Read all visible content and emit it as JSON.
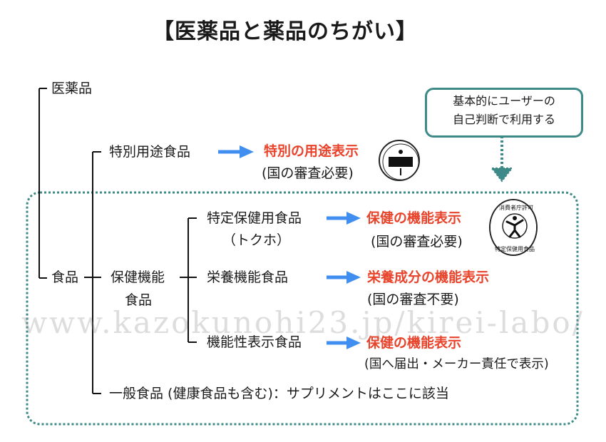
{
  "title": "【医薬品と薬品のちがい】",
  "watermark": "www.kazokunohi23.jp/kirei-labo/",
  "callout": {
    "line1": "基本的にユーザーの",
    "line2": "自己判断で利用する"
  },
  "tree": {
    "pharma": "医薬品",
    "food": "食品",
    "special_use": {
      "label": "特別用途食品",
      "result": "特別の用途表示",
      "note": "(国の審査必要)"
    },
    "health_function": {
      "label_line1": "保健機能",
      "label_line2": "食品",
      "items": [
        {
          "label": "特定保健用食品",
          "sublabel": "（トクホ）",
          "result": "保健の機能表示",
          "note": "(国の審査必要)"
        },
        {
          "label": "栄養機能食品",
          "result": "栄養成分の機能表示",
          "note": "(国の審査不要)"
        },
        {
          "label": "機能性表示食品",
          "result": "保健の機能表示",
          "note": "(国へ届出・メーカー責任で表示)"
        }
      ]
    },
    "general": "一般食品 (健康食品も含む)：サプリメントはここに該当"
  },
  "badges": {
    "tokuho_text": "消費者庁許可",
    "tokuho_bottom": "特定保健用食品"
  },
  "colors": {
    "accent_red": "#e8432b",
    "arrow_blue": "#3f8ef0",
    "frame_teal": "#3d8a88"
  }
}
